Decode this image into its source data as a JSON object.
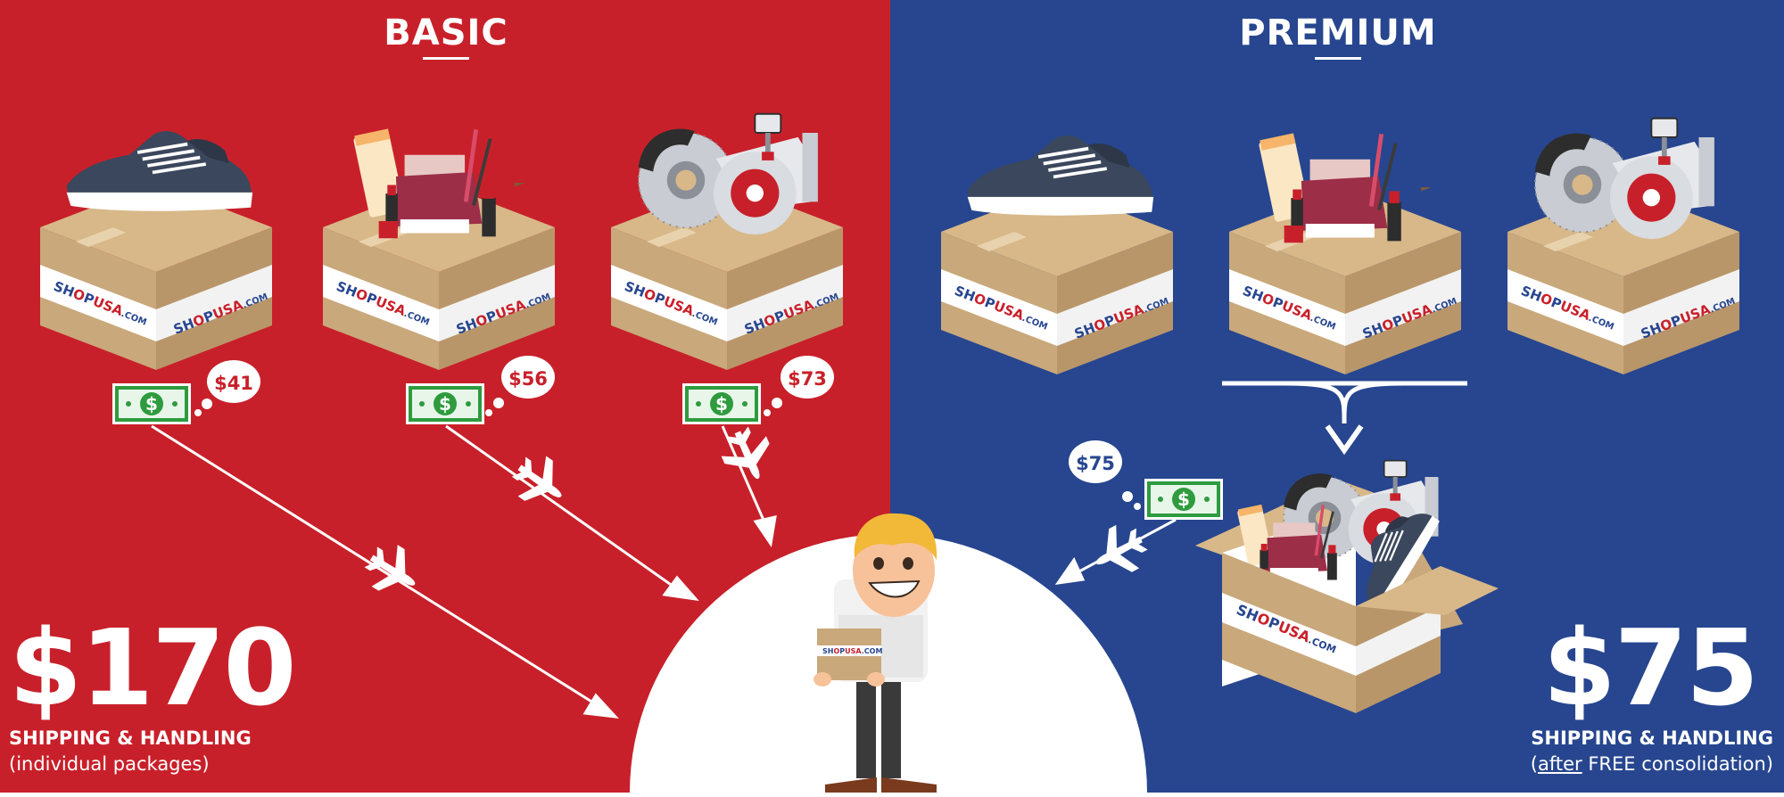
{
  "colors": {
    "basic_bg": "#c8202a",
    "premium_bg": "#27468f",
    "box": "#c9a87b",
    "box_dark": "#a8875d",
    "money": "#2e9b3e",
    "white": "#ffffff"
  },
  "basic": {
    "title": "BASIC",
    "packages": [
      {
        "content": "sneaker-icon",
        "price": "$41"
      },
      {
        "content": "cosmetics-icon",
        "price": "$56"
      },
      {
        "content": "auto-parts-icon",
        "price": "$73"
      }
    ],
    "total": "$170",
    "caption": "SHIPPING & HANDLING",
    "subcaption": "(individual packages)"
  },
  "premium": {
    "title": "PREMIUM",
    "packages": [
      {
        "content": "sneaker-icon"
      },
      {
        "content": "cosmetics-icon"
      },
      {
        "content": "auto-parts-icon"
      }
    ],
    "consolidated_price": "$75",
    "total": "$75",
    "caption": "SHIPPING & HANDLING",
    "subcaption_open": "(",
    "subcaption_underlined": "after",
    "subcaption_rest": " FREE consolidation)"
  },
  "brand": {
    "shop": "SH",
    "o": "O",
    "p": "P",
    "usa": "USA",
    "com": ".COM"
  }
}
